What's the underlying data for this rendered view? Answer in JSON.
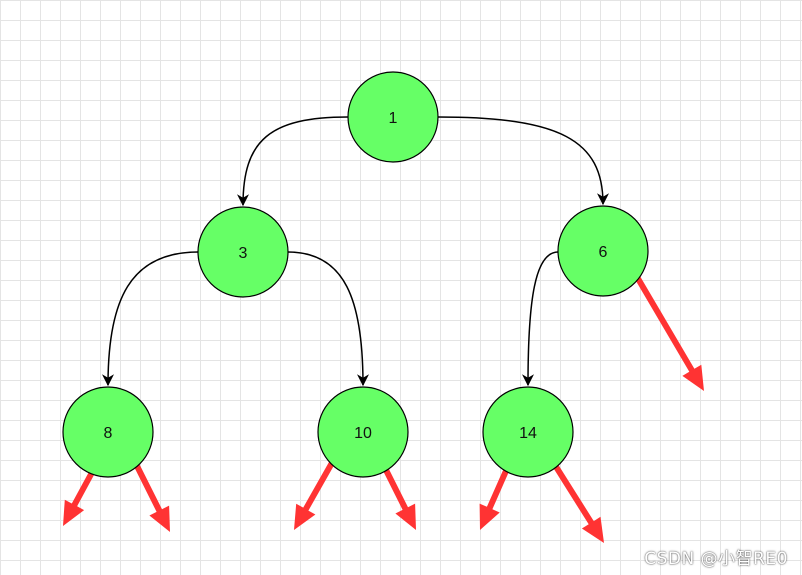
{
  "colors": {
    "node_fill": "#66ff66",
    "node_stroke": "#000000",
    "edge": "#000000",
    "null_arrow": "#ff3333"
  },
  "nodes": [
    {
      "id": "n1",
      "label": "1"
    },
    {
      "id": "n3",
      "label": "3"
    },
    {
      "id": "n6",
      "label": "6"
    },
    {
      "id": "n8",
      "label": "8"
    },
    {
      "id": "n10",
      "label": "10"
    },
    {
      "id": "n14",
      "label": "14"
    }
  ],
  "edges": [
    {
      "from": "n1",
      "to": "n3"
    },
    {
      "from": "n1",
      "to": "n6"
    },
    {
      "from": "n3",
      "to": "n8"
    },
    {
      "from": "n3",
      "to": "n10"
    },
    {
      "from": "n6",
      "to": "n14"
    }
  ],
  "null_pointers": [
    {
      "from": "n6",
      "side": "right"
    },
    {
      "from": "n8",
      "side": "left"
    },
    {
      "from": "n8",
      "side": "right"
    },
    {
      "from": "n10",
      "side": "left"
    },
    {
      "from": "n10",
      "side": "right"
    },
    {
      "from": "n14",
      "side": "left"
    },
    {
      "from": "n14",
      "side": "right"
    }
  ],
  "watermark": "CSDN @小智RE0"
}
